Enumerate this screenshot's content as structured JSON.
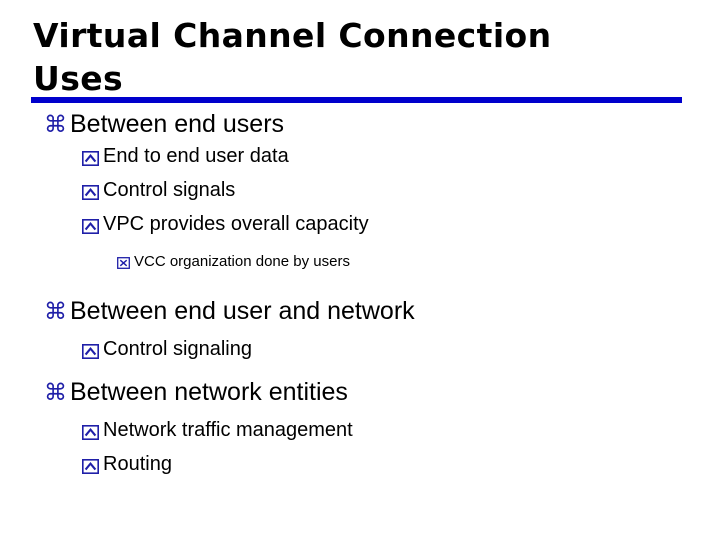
{
  "slide": {
    "title": "Virtual Channel Connection\nUses",
    "accent_color": "#0000CC",
    "bullet_color": "#1F1FA8",
    "text_color": "#000000",
    "background_color": "#FFFFFF",
    "bullets": {
      "level1_glyph": "command-loop-icon",
      "level2_glyph": "box-chevron-up-icon",
      "level3_glyph": "box-x-icon"
    },
    "outline": [
      {
        "level": 1,
        "text": "Between end users"
      },
      {
        "level": 2,
        "text": "End to end user data"
      },
      {
        "level": 2,
        "text": "Control signals"
      },
      {
        "level": 2,
        "text": "VPC provides overall capacity"
      },
      {
        "level": 3,
        "text": "VCC organization done by users"
      },
      {
        "level": 1,
        "text": "Between end user and network"
      },
      {
        "level": 2,
        "text": "Control signaling"
      },
      {
        "level": 1,
        "text": "Between network entities"
      },
      {
        "level": 2,
        "text": "Network traffic management"
      },
      {
        "level": 2,
        "text": "Routing"
      }
    ]
  }
}
